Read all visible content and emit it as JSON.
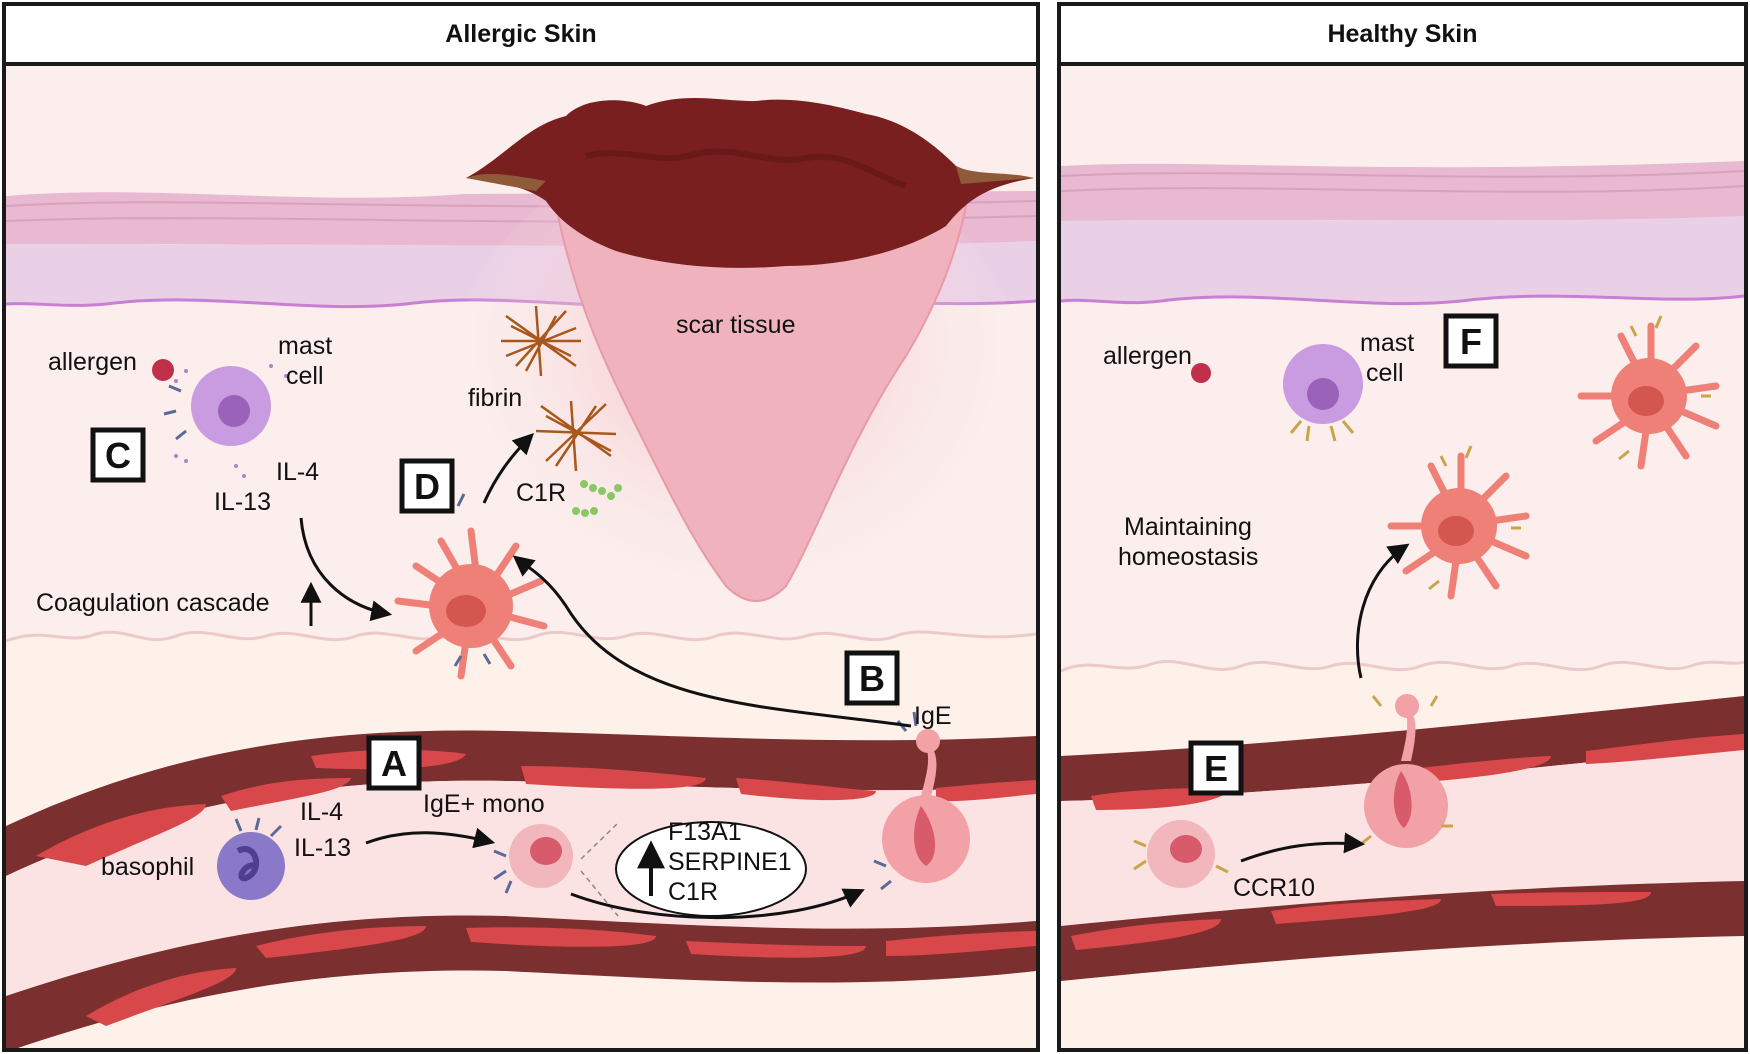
{
  "panels": {
    "left_title": "Allergic Skin",
    "right_title": "Healthy Skin"
  },
  "left": {
    "allergen": "allergen",
    "mast_cell_line1": "mast",
    "mast_cell_line2": "cell",
    "box_c": "C",
    "box_d": "D",
    "box_a": "A",
    "box_b": "B",
    "fibrin": "fibrin",
    "scar_tissue": "scar tissue",
    "il4_top": "IL-4",
    "il13_top": "IL-13",
    "c1r_tissue": "C1R",
    "coagulation": "Coagulation cascade",
    "ige": "IgE",
    "ige_mono": "IgE+ mono",
    "basophil": "basophil",
    "il4_bottom": "IL-4",
    "il13_bottom": "IL-13",
    "genes": [
      "F13A1",
      "SERPINE1",
      "C1R"
    ]
  },
  "right": {
    "allergen": "allergen",
    "mast_cell_line1": "mast",
    "mast_cell_line2": "cell",
    "box_f": "F",
    "box_e": "E",
    "homeostasis_line1": "Maintaining",
    "homeostasis_line2": "homeostasis",
    "ccr10": "CCR10"
  },
  "colors": {
    "dermis": "#fbeeed",
    "epidermis": "#ead0e6",
    "stratum": "#e8b9d0",
    "scab": "#7a1f1f",
    "scar": "#f0b3bd",
    "vessel_wall": "#7b2f2f",
    "endothelial": "#d8474a",
    "fibrin": "#a8581c",
    "mast_cell": "#c99be0",
    "basophil": "#8a78c8",
    "dendritic_cell": "#ef8078",
    "antibody_blue": "#5b6a9a",
    "antibody_gold": "#c9a54a"
  }
}
